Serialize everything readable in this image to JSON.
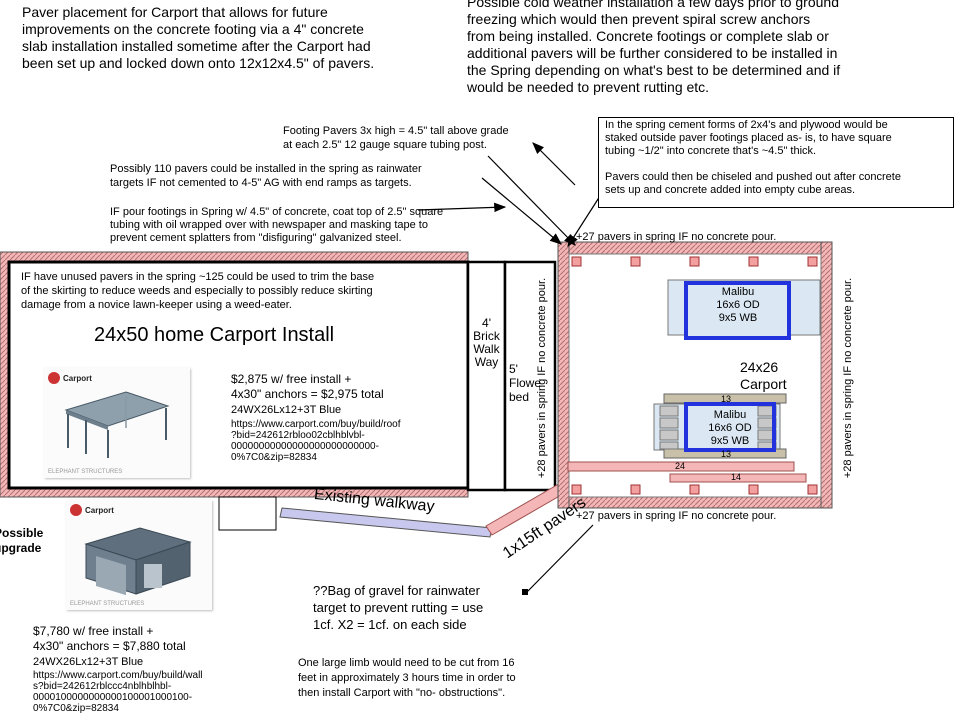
{
  "notes": {
    "top_left": "Paver placement for Carport that allows for future\nimprovements on the concrete footing via a 4\" concrete\nslab installation installed sometime after the Carport had\nbeen set up and locked down onto 12x12x4.5\" of pavers.",
    "top_right": "Possible cold weather installation a few days prior to ground\nfreezing which would then prevent spiral screw anchors\nfrom being installed. Concrete footings or complete slab or\nadditional pavers will be further considered to be installed in\nthe Spring depending on what's best to be determined and if\nwould be needed to prevent rutting etc.",
    "spring_forms": "In the spring cement forms of 2x4's and plywood would be\nstaked outside paver footings placed as- is, to have square\ntubing ~1/2\" into concrete that's ~4.5\" thick.\n\nPavers could then be chiseled and pushed out after concrete\nsets up and concrete added into empty cube areas.",
    "footing_pavers": "Footing Pavers 3x high = 4.5\" tall above grade\nat each 2.5\" 12 gauge square tubing post.",
    "possibly_110": "Possibly 110 pavers could be installed in the spring as rainwater\ntargets IF not cemented to 4-5\" AG with end ramps as targets.",
    "if_pour": "IF pour footings in Spring w/ 4.5\" of concrete, coat top of 2.5\" square\ntubing with oil wrapped over with newspaper and masking tape to\nprevent cement splatters from \"disfiguring\" galvanized steel.",
    "unused_pavers": "IF have unused pavers in the spring ~125 could be used to trim the base\nof the skirting to reduce weeds and especially to possibly reduce skirting\ndamage from a novice lawn-keeper using a weed-eater.",
    "gravel": "??Bag of gravel for rainwater\ntarget to prevent rutting = use\n1cf. X2 = 1cf. on each side",
    "limb": "One large limb would need to be cut from 16\nfeet in approximately 3 hours time in order to\nthen install Carport with \"no- obstructions\"."
  },
  "home": {
    "title": "24x50 home Carport Install",
    "brick_walkway": "4'\nBrick\nWalk\nWay",
    "flower_bed": "5'\nFlower\nbed",
    "existing_walkway": "Existing walkway",
    "pavers_1x15": "1x15ft pavers"
  },
  "carport": {
    "label": "24x26\nCarport",
    "top_pavers": "+27 pavers in spring IF no concrete pour.",
    "bottom_pavers": "+27 pavers in spring IF no concrete pour.",
    "left_pavers": "+28 pavers in spring IF no concrete pour.",
    "right_pavers": "+28 pavers in spring IF no concrete pour.",
    "car1": "Malibu\n16x6 OD\n9x5 WB",
    "car2": "Malibu\n16x6 OD\n9x5 WB",
    "count_13_top": "13",
    "count_13_bottom": "13",
    "count_24": "24",
    "count_14": "14"
  },
  "offer1": {
    "brand": "Carport",
    "brand_foot": "ELEPHANT STRUCTURES",
    "price": "$2,875 w/ free install +\n4x30\" anchors = $2,975 total",
    "model": "24WX26Lx12+3T Blue",
    "url": "https://www.carport.com/buy/build/roof\n?bid=242612rbloo02cblhblvbl-\n00000000000000000000000000-\n0%7C0&zip=82834"
  },
  "offer2": {
    "label": "Possible\nupgrade",
    "brand": "Carport",
    "brand_foot": "ELEPHANT STRUCTURES",
    "price": "$7,780 w/ free install +\n4x30\" anchors = $7,880 total",
    "model": "24WX26Lx12+3T Blue",
    "url": "https://www.carport.com/buy/build/wall\ns?bid=242612rblccc4nblhblhbl-\n0000100000000000100001000100-\n0%7C0&zip=82834"
  },
  "colors": {
    "paver_fill": "#f4b6b6",
    "paver_hatch": "#b07070",
    "car_fill": "#dbe8f4",
    "car_outline": "#2233dd",
    "walkway_fill": "#c8c8ee"
  }
}
